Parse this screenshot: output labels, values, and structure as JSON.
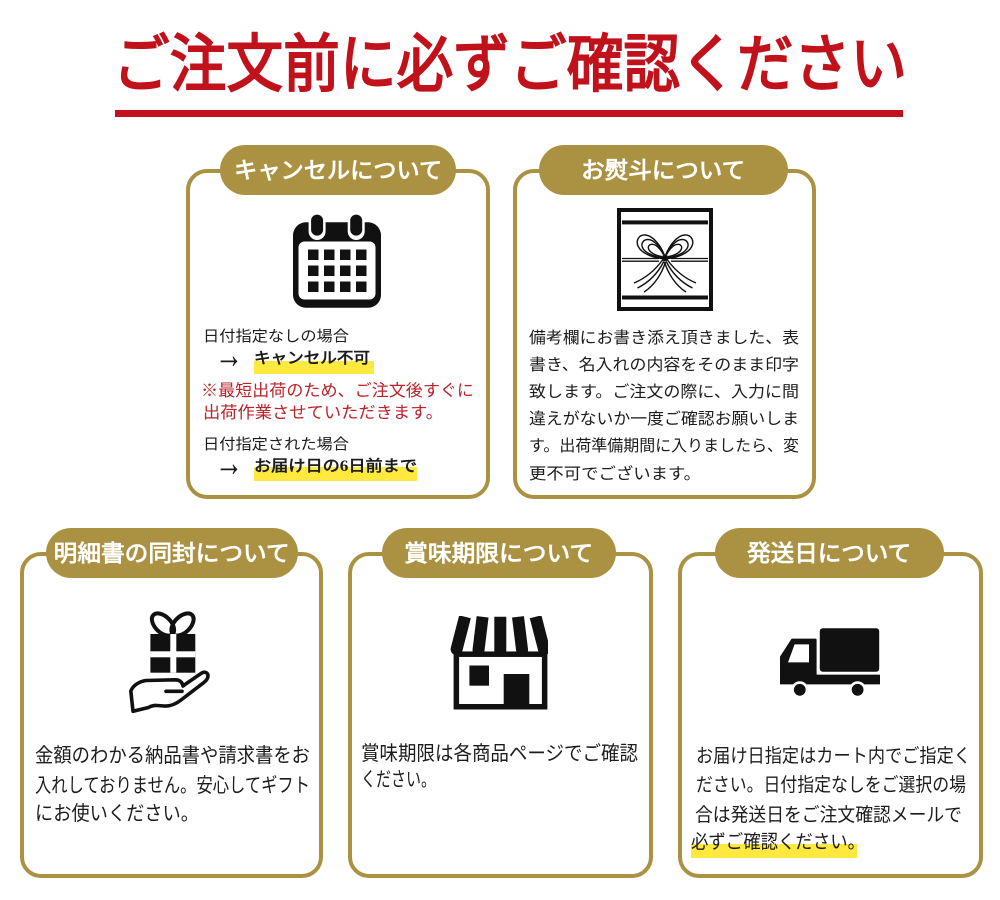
{
  "title": {
    "text": "ご注文前に必ずご確認ください"
  },
  "colors": {
    "title_red": "#c1121c",
    "note_red": "#bb2229",
    "gold": "#ab9243",
    "highlight_yellow": "#ffe93e",
    "text_black": "#1c1c1c",
    "pill_text": "#ffffff",
    "background": "#ffffff"
  },
  "boxes": [
    {
      "id": "cancellation",
      "header": "キャンセルについて",
      "icon": "calendar-icon",
      "lines": [
        {
          "text": "日付指定なしの場合"
        },
        {
          "arrow": "→",
          "text": "キャンセル不可",
          "highlight": true
        },
        {
          "text": "※最短出荷のため、ご注文後すぐに"
        },
        {
          "text": "出荷作業させていただきます。"
        },
        {
          "text": "日付指定された場合"
        },
        {
          "arrow": "→",
          "text": "お届け日の6日前まで",
          "highlight": true
        }
      ]
    },
    {
      "id": "noshi",
      "header": "お熨斗について",
      "icon": "noshi-gift-icon",
      "lines": [
        "備考欄にお書き添え頂きました、表",
        "書き、名入れの内容をそのまま印字",
        "致します。ご注文の際に、入力に間",
        "違えがないか一度ご確認お願いしま",
        "す。出荷準備期間に入りましたら、変",
        "更不可でございます。"
      ]
    },
    {
      "id": "statement",
      "header": "明細書の同封について",
      "icon": "gift-in-hand-icon",
      "lines": [
        "金額のわかる納品書や請求書をお",
        "入れしておりません。安心してギフト",
        "にお使いください。"
      ]
    },
    {
      "id": "expiration",
      "header": "賞味期限について",
      "icon": "storefront-icon",
      "lines": [
        "賞味期限は各商品ページでご確認",
        "ください。"
      ]
    },
    {
      "id": "shipping",
      "header": "発送日について",
      "icon": "delivery-truck-icon",
      "lines": [
        "お届け日指定はカート内でご指定く",
        "ださい。日付指定なしをご選択の場",
        "合は発送日をご注文確認メールで",
        {
          "text": "必ずご確認ください。",
          "highlight": true
        }
      ]
    }
  ]
}
